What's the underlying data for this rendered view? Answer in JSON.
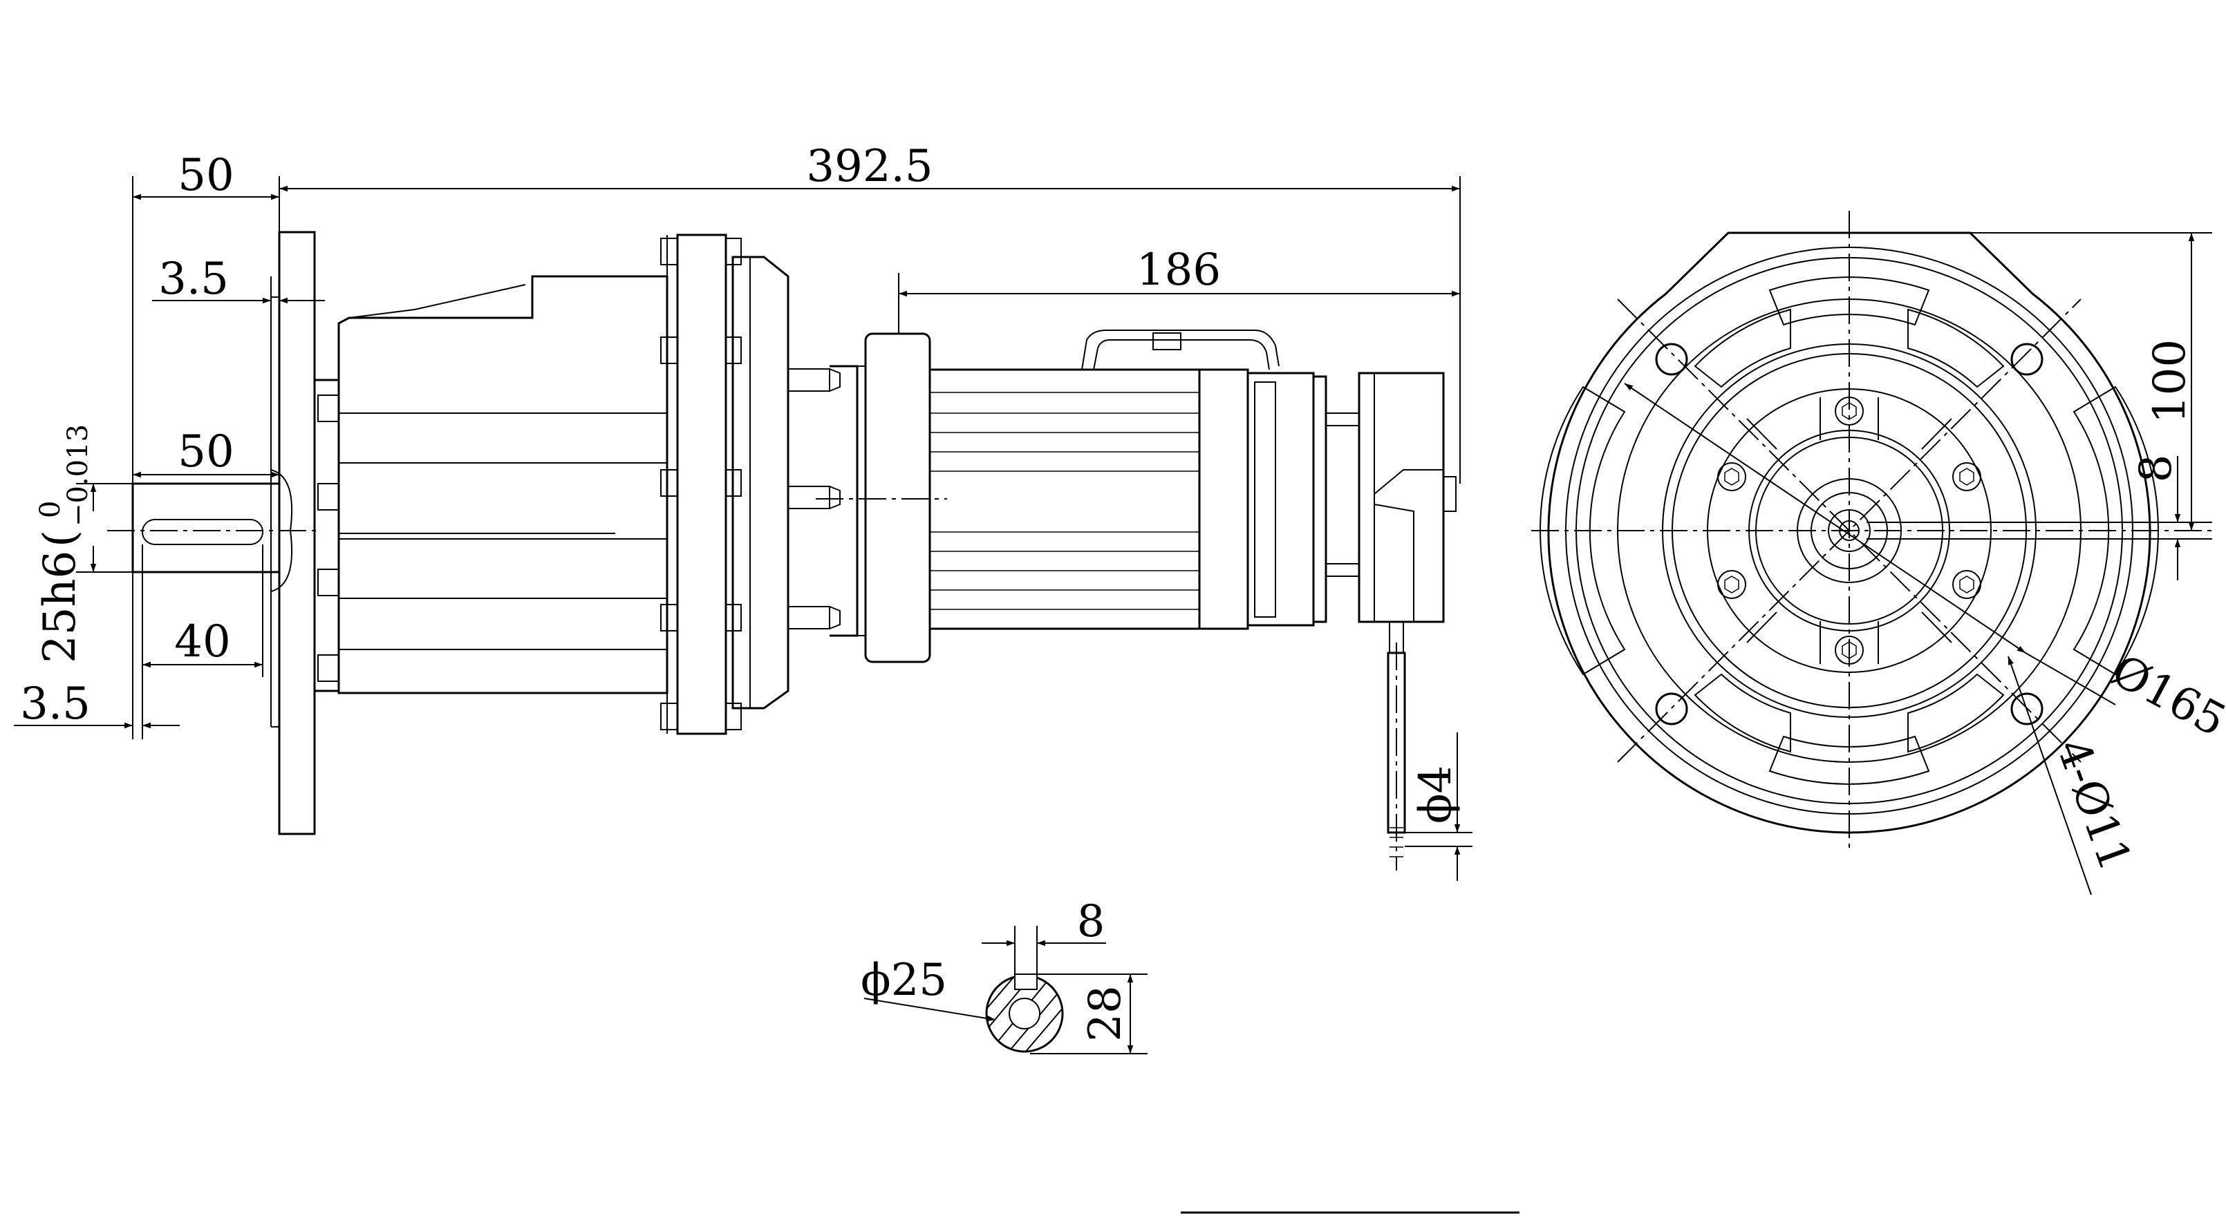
{
  "drawing": {
    "dimensions": {
      "overall_length": "392.5",
      "flange_offset": "50",
      "flange_thickness": "3.5",
      "shaft_length": "50",
      "shaft_fit_main": "25h6",
      "shaft_fit_upper": "0",
      "shaft_fit_lower": "−0.013",
      "keyway_length": "40",
      "shaft_shoulder": "3.5",
      "motor_length": "186",
      "cable_diameter": "ϕ4",
      "flange_height": "100",
      "key_width_side": "8",
      "pitch_circle": "Ø165",
      "bolt_holes": "4-Ø11",
      "section_key_width": "8",
      "section_diameter": "ϕ25",
      "section_height": "28"
    }
  }
}
